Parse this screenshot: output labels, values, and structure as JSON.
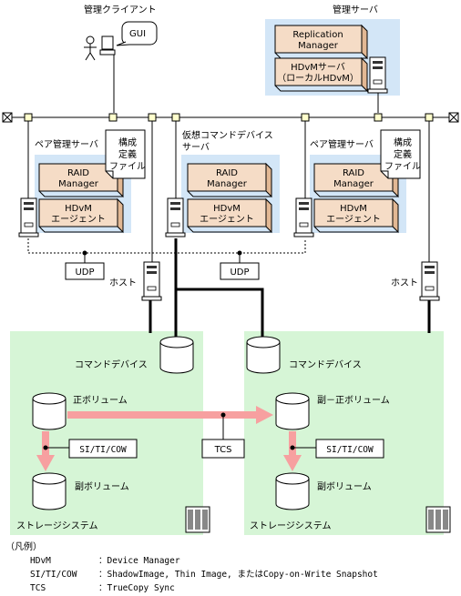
{
  "labels": {
    "mgmt_client": "管理クライアント",
    "mgmt_server": "管理サーバ",
    "gui": "GUI",
    "replication_manager_1": "Replication",
    "replication_manager_2": "Manager",
    "hdvm_server_1": "HDvMサーバ",
    "hdvm_server_2": "（ローカルHDvM）",
    "pair_server": "ペア管理サーバ",
    "virtual_cmd_1": "仮想コマンドデバイス",
    "virtual_cmd_2": "サーバ",
    "config_file_1": "構成",
    "config_file_2": "定義",
    "config_file_3": "ファイル",
    "raid_manager_1": "RAID",
    "raid_manager_2": "Manager",
    "hdvm_agent_1": "HDvM",
    "hdvm_agent_2": "エージェント",
    "udp": "UDP",
    "host": "ホスト",
    "command_device": "コマンドデバイス",
    "primary_volume": "正ボリューム",
    "secondary_primary_volume": "副－正ボリューム",
    "secondary_volume": "副ボリューム",
    "si_ti_cow": "SI/TI/COW",
    "tcs": "TCS",
    "storage_system": "ストレージシステム"
  },
  "legend": {
    "title": "（凡例）",
    "entries": [
      {
        "term": "HDvM",
        "desc": "：Device Manager"
      },
      {
        "term": "SI/TI/COW",
        "desc": "：ShadowImage, Thin Image, またはCopy-on-Write Snapshot"
      },
      {
        "term": "TCS",
        "desc": "：TrueCopy Sync"
      }
    ]
  },
  "colors": {
    "component_box": "#f5dcc6",
    "server_panel": "#d3e6f7",
    "storage_panel": "#d6f5d6",
    "arrow": "#f7a0a0",
    "line": "#000000"
  }
}
